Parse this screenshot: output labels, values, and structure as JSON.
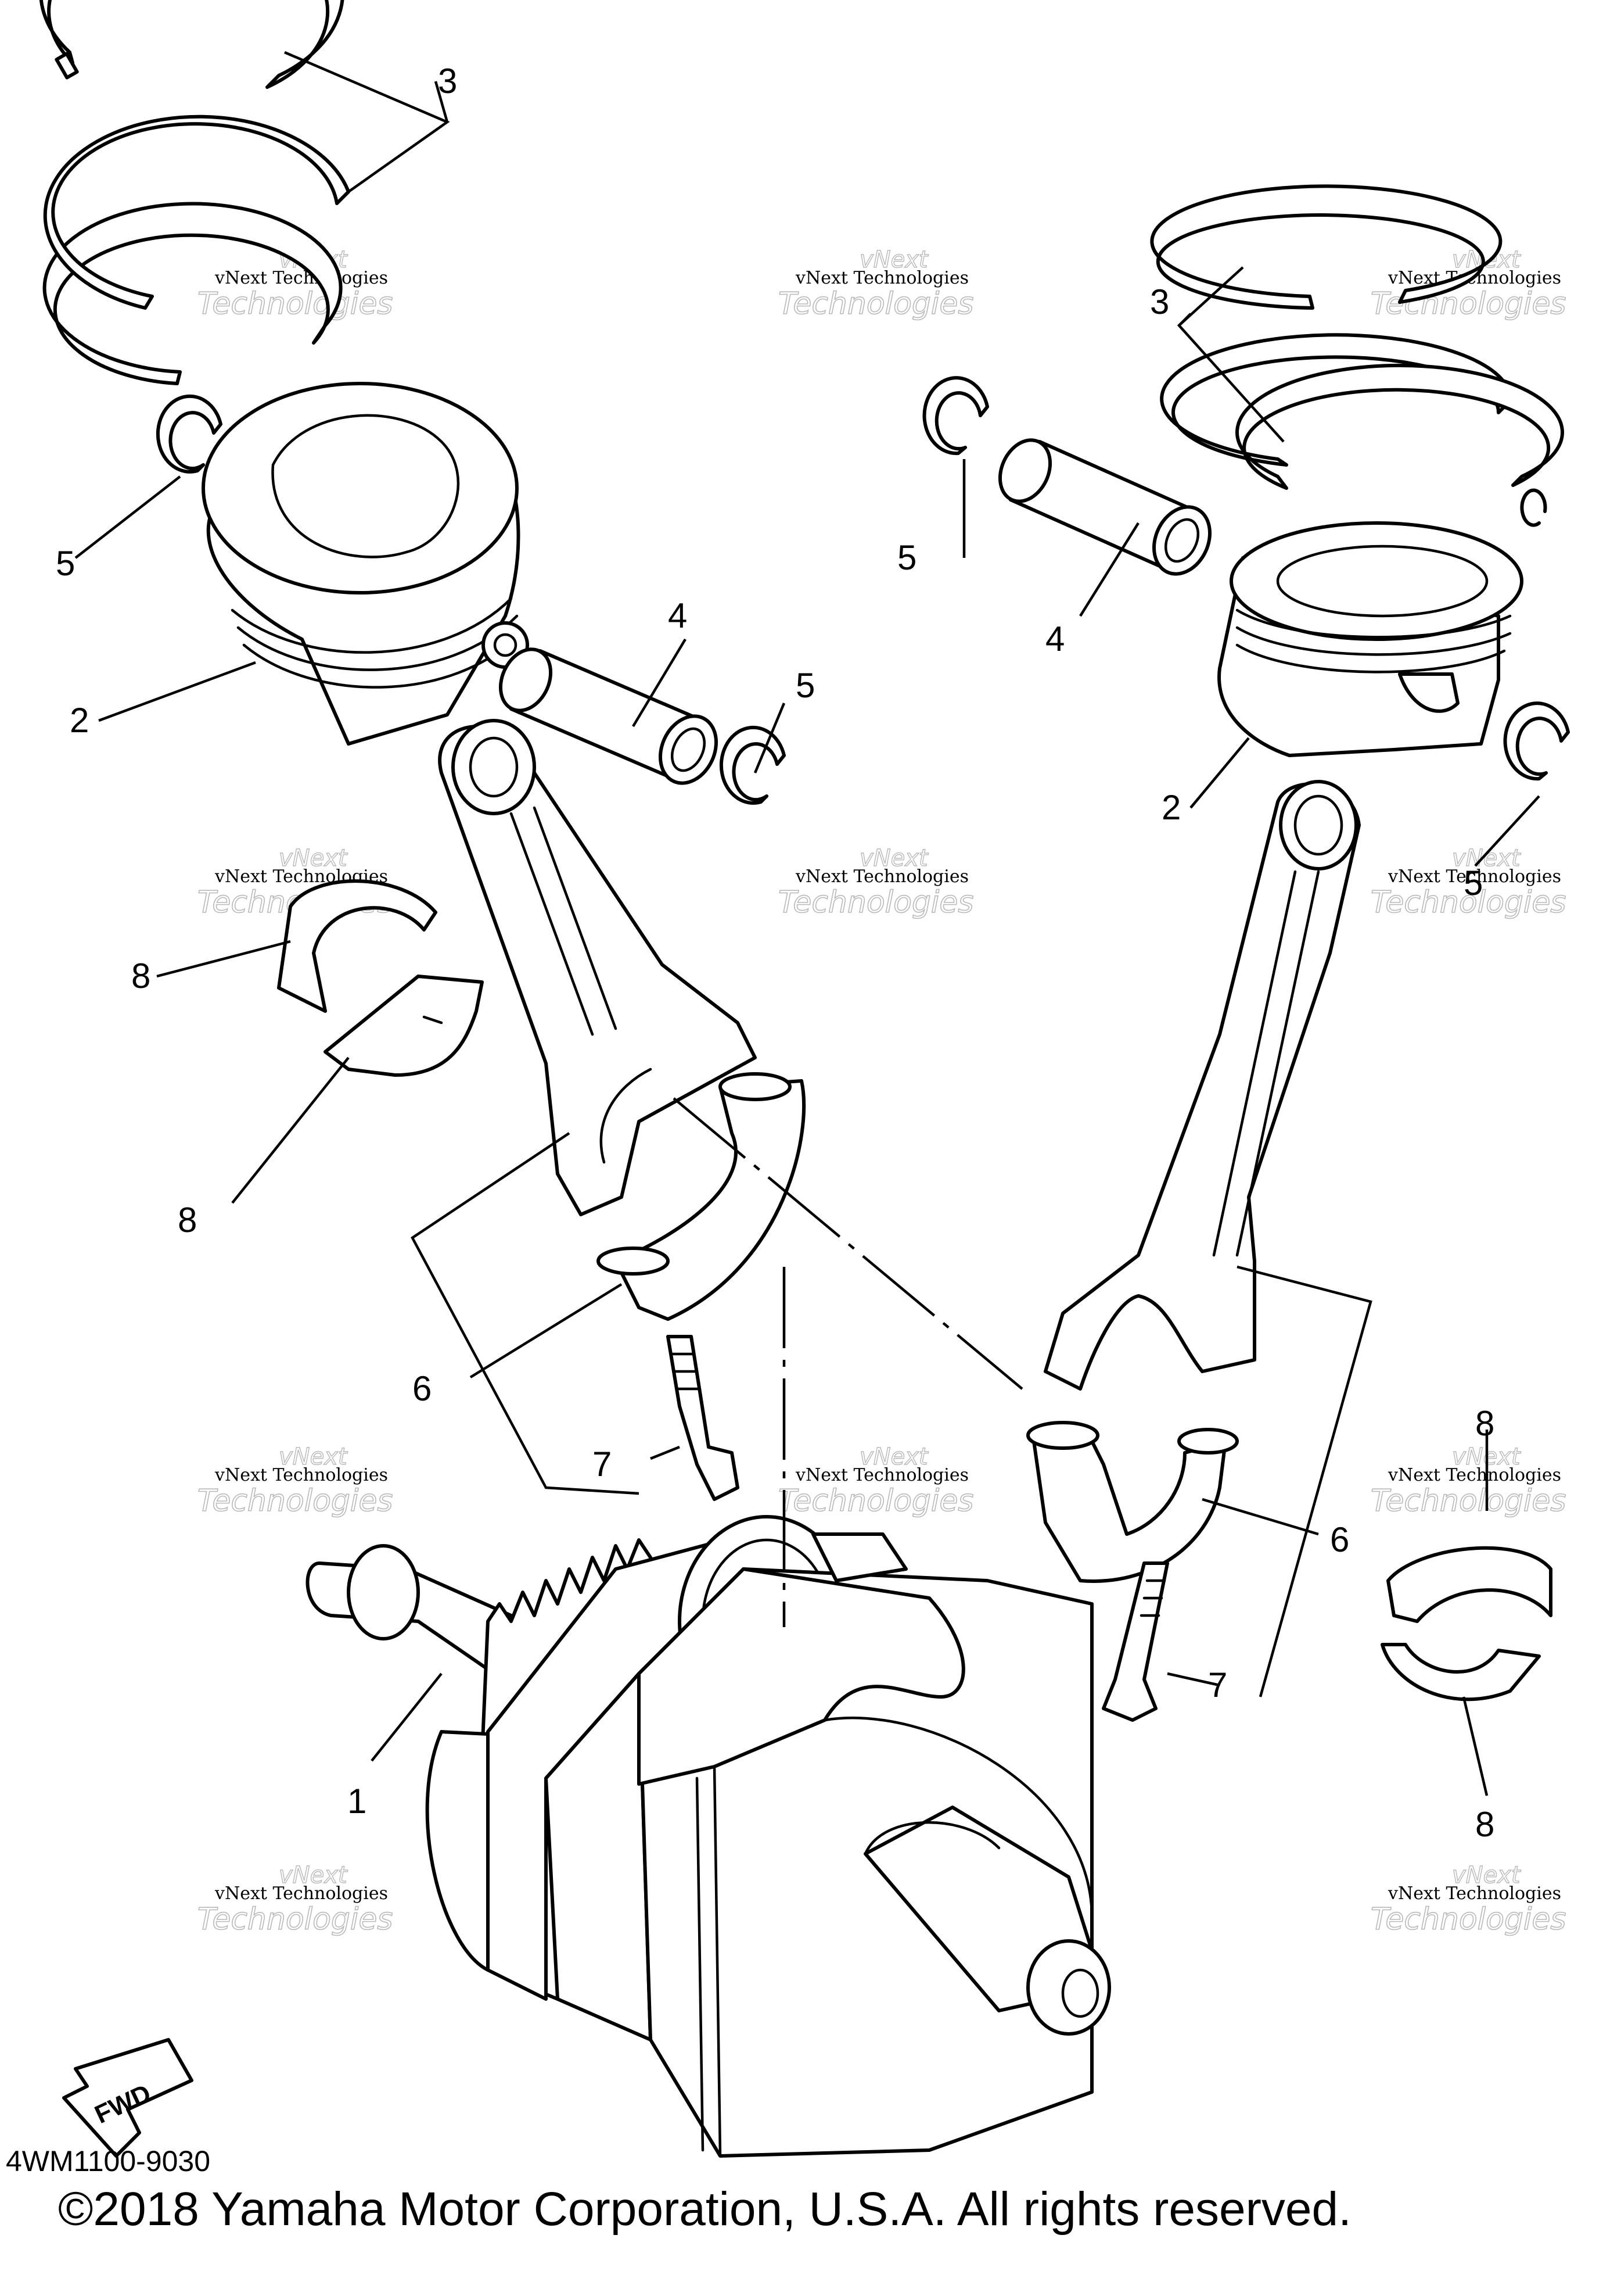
{
  "callouts": {
    "c1": "1",
    "c2a": "2",
    "c2b": "2",
    "c3a": "3",
    "c3b": "3",
    "c4a": "4",
    "c4b": "4",
    "c5a": "5",
    "c5b": "5",
    "c5c": "5",
    "c5d": "5",
    "c6a": "6",
    "c6b": "6",
    "c7a": "7",
    "c7b": "7",
    "c8a": "8",
    "c8b": "8",
    "c8c": "8",
    "c8d": "8"
  },
  "watermark": {
    "line1": "vNext Technologies",
    "line2": "Technologies",
    "line3": "vNext"
  },
  "fwd_label": "FWD",
  "diagram_code": "4WM1100-9030",
  "copyright": "©2018 Yamaha Motor Corporation, U.S.A. All rights reserved."
}
